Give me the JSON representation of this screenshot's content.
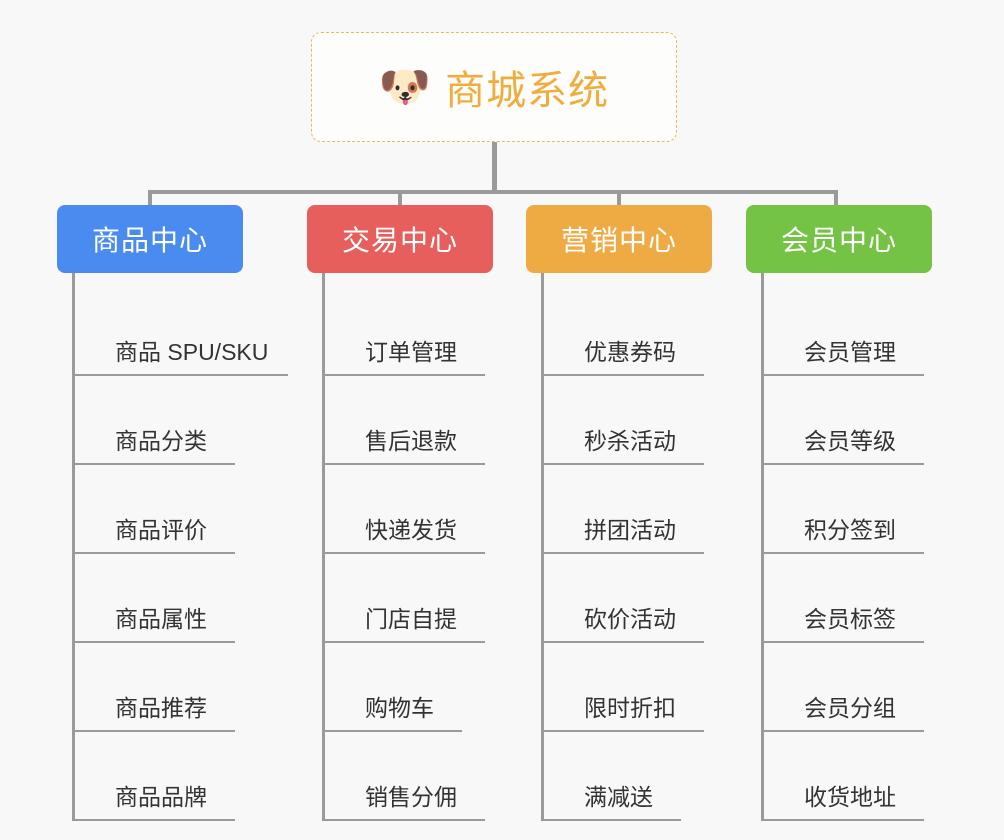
{
  "page": {
    "background_color": "#f8f8f8",
    "type": "mind-map"
  },
  "root": {
    "icon": "shiba-dog-face-emoji",
    "emoji": "🐶",
    "title": "商城系统",
    "color": "#f0ad3e",
    "border_color": "#e8b860"
  },
  "connector_color": "#9a9a9a",
  "categories": [
    {
      "label": "商品中心",
      "color": "#4a8bf0",
      "items": [
        "商品 SPU/SKU",
        "商品分类",
        "商品评价",
        "商品属性",
        "商品推荐",
        "商品品牌"
      ]
    },
    {
      "label": "交易中心",
      "color": "#e75f5c",
      "items": [
        "订单管理",
        "售后退款",
        "快递发货",
        "门店自提",
        "购物车",
        "销售分佣"
      ]
    },
    {
      "label": "营销中心",
      "color": "#eeab44",
      "items": [
        "优惠券码",
        "秒杀活动",
        "拼团活动",
        "砍价活动",
        "限时折扣",
        "满减送"
      ]
    },
    {
      "label": "会员中心",
      "color": "#74c344",
      "items": [
        "会员管理",
        "会员等级",
        "积分签到",
        "会员标签",
        "会员分组",
        "收货地址"
      ]
    }
  ]
}
